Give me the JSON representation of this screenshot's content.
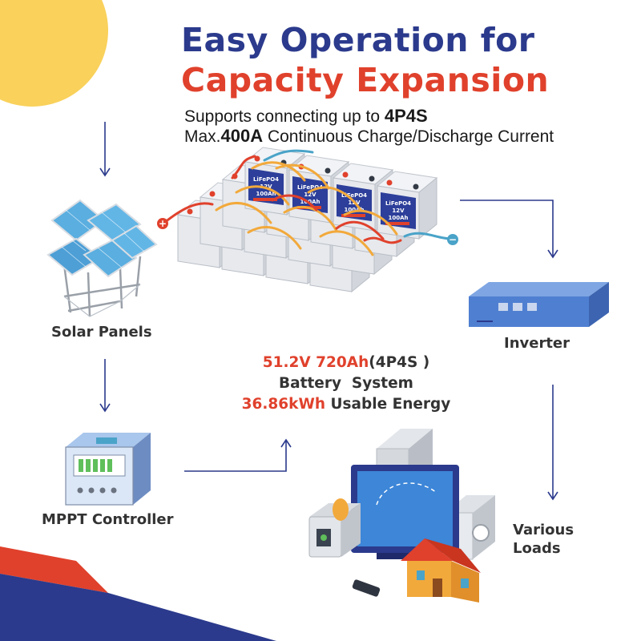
{
  "title": {
    "line1": "Easy Operation for",
    "line2": "Capacity Expansion"
  },
  "subtitle": {
    "line1_prefix": "Supports connecting up to ",
    "line1_bold": "4P4S",
    "line2_prefix": "Max.",
    "line2_bold": "400A",
    "line2_suffix": " Continuous Charge/Discharge Current"
  },
  "nodes": {
    "solar": "Solar Panels",
    "mppt": "MPPT Controller",
    "inverter": "Inverter",
    "loads_line1": "Various",
    "loads_line2": "Loads"
  },
  "battery_system": {
    "voltage": "51.2V",
    "capacity": "720Ah",
    "config": "(4P4S )",
    "name": "Battery  System",
    "energy": "36.86kWh",
    "energy_label": " Usable Energy"
  },
  "battery_label": {
    "line1": "LiFePO4",
    "line2": "12V",
    "line3": "100Ah"
  },
  "terminals": {
    "positive": "+",
    "negative": "−"
  },
  "colors": {
    "navy": "#2b3a8c",
    "red": "#e0412c",
    "yellow": "#f9d15b",
    "cable_orange": "#f2a93b",
    "cable_red": "#e0412c",
    "cable_blue": "#4aa3c8",
    "battery_body": "#e7e9ed",
    "battery_label": "#2d3f9a",
    "solar_blue": "#5aaee0",
    "inverter_blue": "#4f7fd1",
    "arrow": "#2b3a8c"
  }
}
